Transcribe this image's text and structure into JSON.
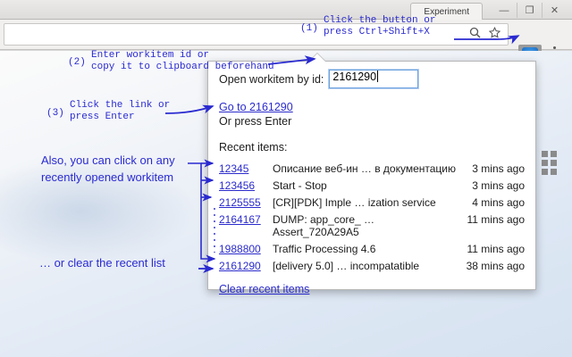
{
  "window": {
    "tab_title": "Experiment",
    "controls": {
      "minimize": "—",
      "maximize": "❐",
      "close": "✕"
    }
  },
  "toolbar": {
    "omnibox_value": "",
    "omnibox_placeholder": "",
    "zoom_icon": "search-icon",
    "bookmark_icon": "star-icon",
    "extension_icon": "extension-button-icon",
    "menu_icon": "three-dot-menu-icon"
  },
  "page": {
    "apps_icon": "apps-grid-icon"
  },
  "popup": {
    "id_label": "Open workitem by id:",
    "id_value": "2161290",
    "go_link": "Go to 2161290",
    "or_press_enter": "Or press Enter",
    "recent_title": "Recent items:",
    "clear_link": "Clear recent items",
    "recent_items": [
      {
        "id": "12345",
        "title": "Описание веб-ин … в документацию",
        "time": "3 mins ago"
      },
      {
        "id": "123456",
        "title": "Start - Stop",
        "time": "3 mins ago"
      },
      {
        "id": "2125555",
        "title": "[CR][PDK] Imple … ization service",
        "time": "4 mins ago"
      },
      {
        "id": "2164167",
        "title": "DUMP: app_core_ … Assert_720A29A5",
        "time": "11 mins ago"
      },
      {
        "id": "1988800",
        "title": "Traffic Processing 4.6",
        "time": "11 mins ago"
      },
      {
        "id": "2161290",
        "title": "[delivery 5.0] … incompatatible",
        "time": "38 mins ago"
      }
    ]
  },
  "annotations": {
    "n1": "(1)",
    "a1": "Click the button or\npress Ctrl+Shift+X",
    "n2": "(2)",
    "a2": "Enter workitem id or\ncopy it to clipboard beforehand",
    "n3": "(3)",
    "a3": "Click the link or\npress Enter",
    "a4_line1": "Also, you can click on any",
    "a4_line2": "recently opened workitem",
    "a5": "… or clear the recent list"
  },
  "colors": {
    "annotation": "#2a2ad0",
    "link": "#2b2bcc",
    "focus_border": "#6aa0dd"
  }
}
